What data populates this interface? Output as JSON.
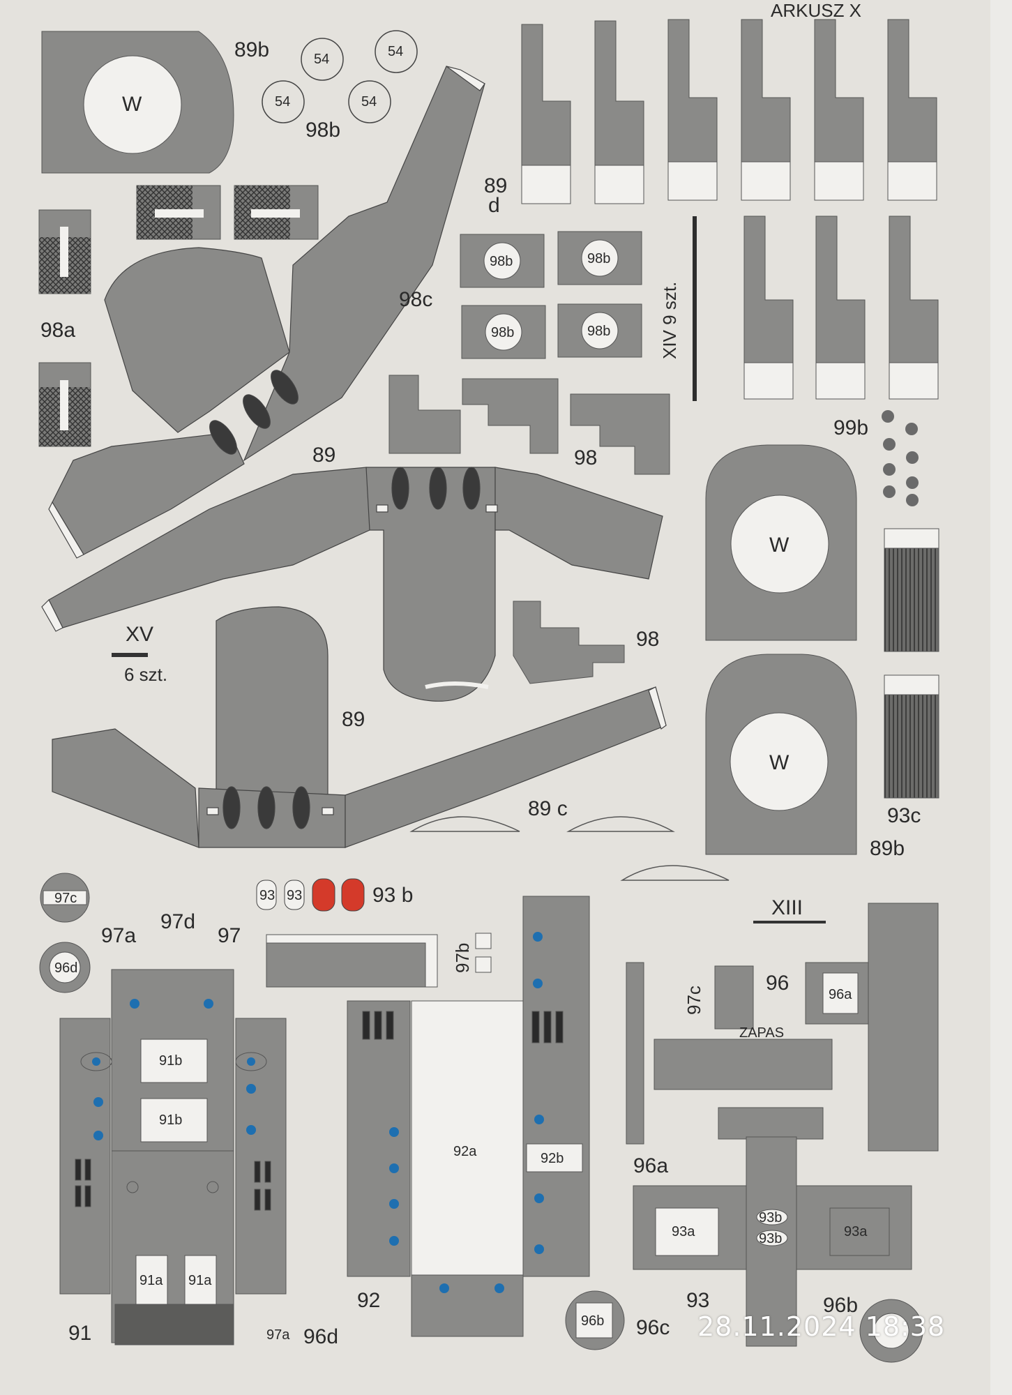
{
  "sheet_title": "ARKUSZ X",
  "timestamp": "28.11.2024 18:38",
  "window_letter": "W",
  "part_labels": {
    "p89b_top": "89b",
    "p98b": "98b",
    "p54": "54",
    "p89d_a": "89",
    "p89d_b": "d",
    "p98a": "98a",
    "p98c": "98c",
    "p98b_small": "98b",
    "p98_top": "98",
    "p99b": "99b",
    "p89_upper": "89",
    "p98_mid": "98",
    "p89_lower": "89",
    "p89c": "89 c",
    "p89b_lower": "89b",
    "p93c": "93c",
    "p93b": "93 b",
    "p93_small": "93",
    "p97a": "97a",
    "p97d": "97d",
    "p97": "97",
    "p97b": "97b",
    "p97c": "97c",
    "p96": "96",
    "p96a": "96a",
    "p96b": "96b",
    "p96c": "96c",
    "p96d": "96d",
    "p96d_small": "96d",
    "p97c_small": "97c",
    "p91": "91",
    "p92": "92",
    "p93": "93",
    "p93a": "93a",
    "p93b_small": "93b",
    "p91a": "91a",
    "p91b": "91b",
    "p92a": "92a",
    "p92b": "92b",
    "p97a_small": "97a",
    "p96b_small": "96b",
    "p96a_small": "96a"
  },
  "roman_labels": {
    "xv": "XV",
    "xv_qty": "6 szt.",
    "xiv": "XIV 9 szt.",
    "xiii": "XIII",
    "zapas": "ZAPAS"
  },
  "colors": {
    "paper": "#e4e2dd",
    "part_gray": "#8a8a88",
    "part_dark": "#3a3a3a",
    "hatch": "#4a4a4a",
    "rivet_blue": "#1e6fb0",
    "accent_red": "#d43a2a",
    "white_panel": "#f2f1ee"
  }
}
